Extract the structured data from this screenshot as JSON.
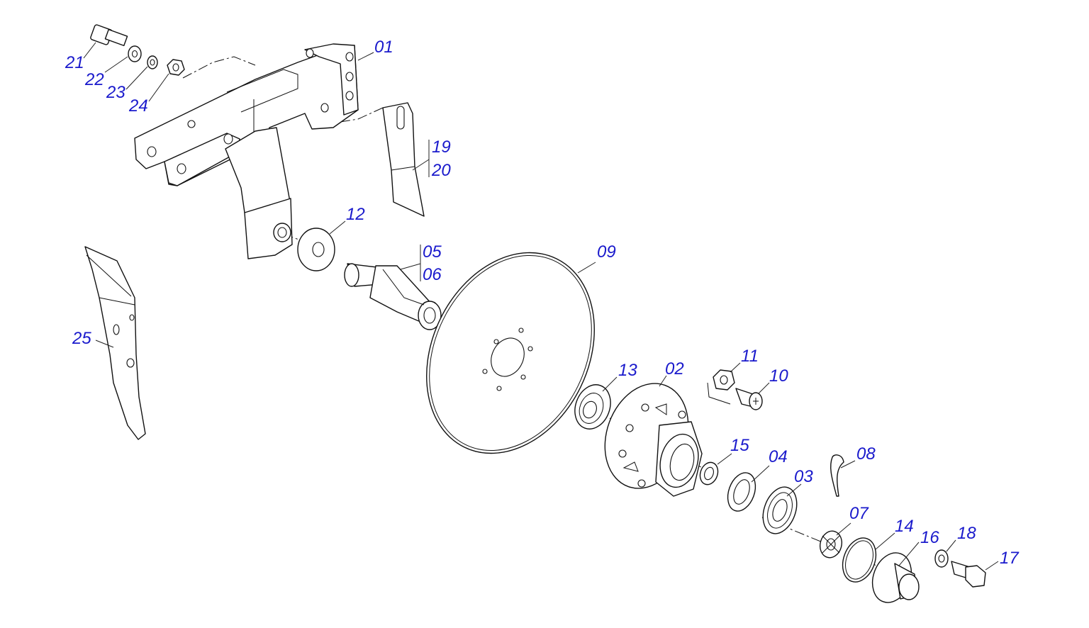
{
  "diagram": {
    "label_color": "#1a1acc",
    "line_color": "#111111",
    "labels": {
      "p01": "01",
      "p02": "02",
      "p03": "03",
      "p04": "04",
      "p05": "05",
      "p06": "06",
      "p07": "07",
      "p08": "08",
      "p09": "09",
      "p10": "10",
      "p11": "11",
      "p12": "12",
      "p13": "13",
      "p14": "14",
      "p15": "15",
      "p16": "16",
      "p17": "17",
      "p18": "18",
      "p19": "19",
      "p20": "20",
      "p21": "21",
      "p22": "22",
      "p23": "23",
      "p24": "24",
      "p25": "25"
    }
  }
}
